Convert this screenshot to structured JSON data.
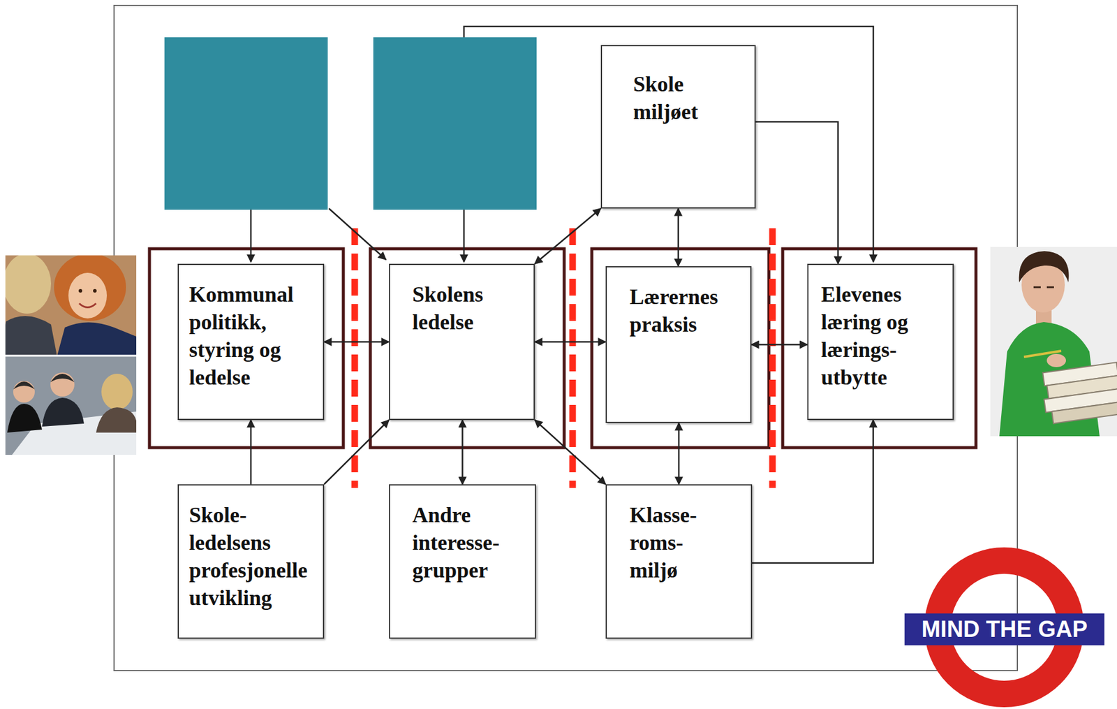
{
  "diagram": {
    "nodes": [
      {
        "text": [
          "Skole miljøet"
        ]
      },
      {
        "text": [
          "Kommunal politikk, styring og ledelse"
        ]
      },
      {
        "text": [
          "Skolens ledelse"
        ]
      },
      {
        "text": [
          "Lærernes praksis"
        ]
      },
      {
        "text": [
          "Elevenes læring og lærings- utbytte"
        ]
      },
      {
        "text": [
          "Skole- ledelsens profesjonelle utvikling"
        ]
      },
      {
        "text": [
          "Andre interesse- grupper"
        ]
      },
      {
        "text": [
          "Klasse- roms- miljø"
        ]
      }
    ],
    "edges": [
      {
        "from": 0,
        "to": 4,
        "arrow": "to"
      },
      {
        "from": 0,
        "to": 3,
        "arrow": "both"
      },
      {
        "from": 2,
        "to": 0,
        "arrow": "both"
      },
      {
        "from": 1,
        "to": 2,
        "arrow": "both"
      },
      {
        "from": 2,
        "to": 3,
        "arrow": "both"
      },
      {
        "from": 3,
        "to": 4,
        "arrow": "both"
      },
      {
        "from": 5,
        "to": 1,
        "arrow": "to"
      },
      {
        "from": 5,
        "to": 2,
        "arrow": "to"
      },
      {
        "from": 6,
        "to": 2,
        "arrow": "both"
      },
      {
        "from": 2,
        "to": 7,
        "arrow": "both"
      },
      {
        "from": 7,
        "to": 3,
        "arrow": "both"
      },
      {
        "from": 7,
        "to": 4,
        "arrow": "to"
      }
    ],
    "labels": [
      "MIND THE GAP"
    ]
  }
}
